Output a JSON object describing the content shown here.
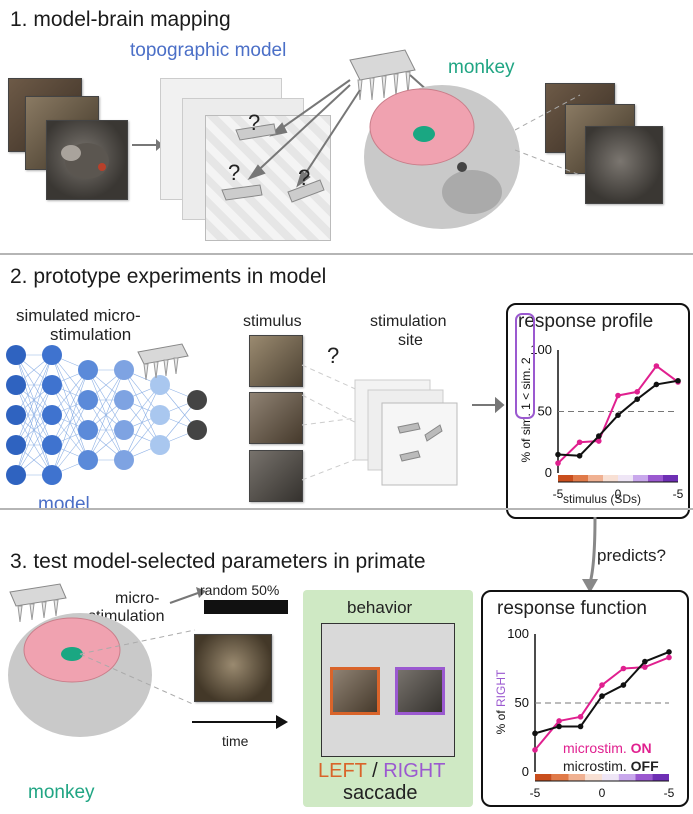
{
  "sections": {
    "one": {
      "title": "1. model-brain mapping",
      "topographic_model_label": "topographic model",
      "monkey_label": "monkey",
      "question_mark": "?"
    },
    "two": {
      "title": "2. prototype experiments in model",
      "microstim_label_line1": "simulated micro-",
      "microstim_label_line2": "stimulation",
      "model_label": "model",
      "stimulus_label": "stimulus",
      "site_label_line1": "stimulation",
      "site_label_line2": "site",
      "question_mark": "?",
      "response_profile_title": "response profile",
      "ylabel_prefix": "% of ",
      "ylabel_boxed": "sim. 1 < sim. 2",
      "xlabel": "stimulus (SDs)"
    },
    "three": {
      "title": "3. test model-selected parameters in primate",
      "predicts_label": "predicts?",
      "microstim_label_line1": "micro-",
      "microstim_label_line2": "stimulation",
      "random_label": "random 50%",
      "time_label": "time",
      "behavior_label": "behavior",
      "left_label": "LEFT",
      "slash": " / ",
      "right_label": "RIGHT",
      "saccade_label": "saccade",
      "monkey_label": "monkey",
      "response_function_title": "response function",
      "ylabel_prefix": "% of ",
      "ylabel_colored": "RIGHT",
      "legend_on_prefix": "microstim. ",
      "legend_on_word": "ON",
      "legend_off_prefix": "microstim. ",
      "legend_off_word": "OFF"
    }
  },
  "colors": {
    "magenta": "#e0208f",
    "black": "#111111",
    "purple": "#9b59d0",
    "orange": "#d9642a",
    "blue_node_dark": "#2f63c0",
    "blue_node_light": "#a9c7ef",
    "behavior_bg": "#cfe9c4",
    "brain": "#f0a2b0",
    "teal_spot": "#1aa782"
  },
  "chart_data": [
    {
      "type": "scatter",
      "title": "response profile",
      "ylabel": "% of sim. 1 < sim. 2",
      "xlabel": "stimulus (SDs)",
      "xticks": [
        "-5",
        "0",
        "-5"
      ],
      "yticks": [
        "0",
        "50",
        "100"
      ],
      "xlim": [
        -5,
        5
      ],
      "ylim": [
        0,
        100
      ],
      "reference_line": 50,
      "series": [
        {
          "color": "#e0208f",
          "x": [
            -5,
            -3.2,
            -1.6,
            0,
            1.6,
            3.2,
            5
          ],
          "y": [
            8,
            25,
            26,
            63,
            66,
            87,
            74
          ]
        },
        {
          "color": "#111111",
          "x": [
            -5,
            -3.2,
            -1.6,
            0,
            1.6,
            3.2,
            5
          ],
          "y": [
            15,
            14,
            30,
            47,
            60,
            72,
            75
          ]
        }
      ]
    },
    {
      "type": "scatter",
      "title": "response function",
      "ylabel": "% of RIGHT",
      "xticks": [
        "-5",
        "0",
        "-5"
      ],
      "yticks": [
        "0",
        "50",
        "100"
      ],
      "xlim": [
        -5,
        5
      ],
      "ylim": [
        0,
        100
      ],
      "reference_line": 50,
      "series": [
        {
          "name": "microstim. ON",
          "color": "#e0208f",
          "x": [
            -5,
            -3.2,
            -1.6,
            0,
            1.6,
            3.2,
            5
          ],
          "y": [
            16,
            37,
            40,
            63,
            75,
            76,
            83
          ]
        },
        {
          "name": "microstim. OFF",
          "color": "#111111",
          "x": [
            -5,
            -3.2,
            -1.6,
            0,
            1.6,
            3.2,
            5
          ],
          "y": [
            28,
            33,
            33,
            55,
            63,
            80,
            87
          ]
        }
      ]
    }
  ]
}
